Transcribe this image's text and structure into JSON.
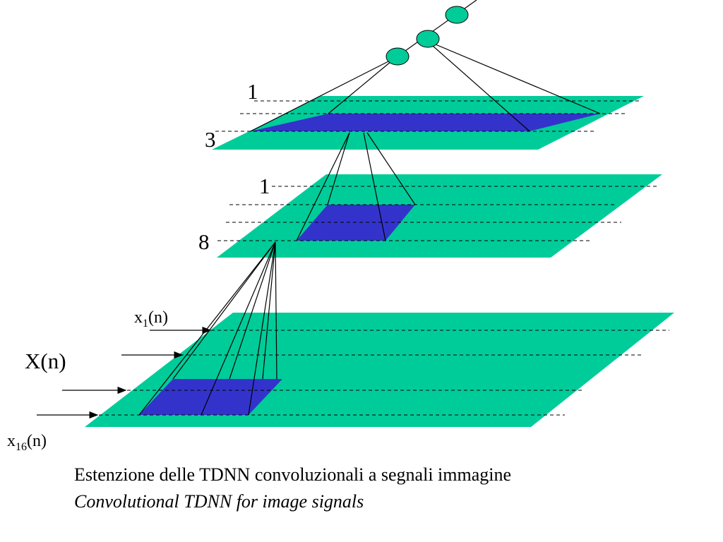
{
  "colors": {
    "plane": "#00cc99",
    "window": "#3333cc",
    "node": "#00cc99",
    "line": "#000000"
  },
  "labels": {
    "top_1": "1",
    "top_3": "3",
    "mid_1": "1",
    "mid_8": "8",
    "input_x1_base": "x",
    "input_x1_sub": "1",
    "input_x1_arg": "(n)",
    "input_X": "X(n)",
    "input_x16_base": "x",
    "input_x16_sub": "16",
    "input_x16_arg": "(n)"
  },
  "caption": {
    "line1": "Estenzione delle TDNN convoluzionali a segnali immagine",
    "line2": "Convolutional TDNN for image signals"
  }
}
